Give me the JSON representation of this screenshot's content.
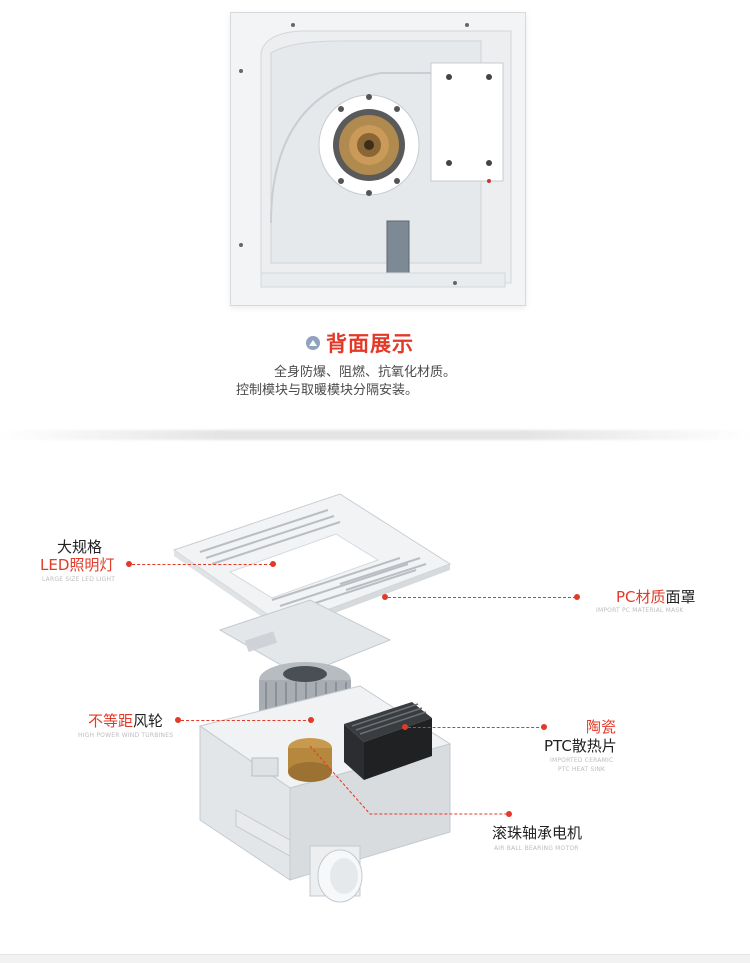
{
  "back_section": {
    "title": "背面展示",
    "desc_line1": "全身防爆、阻燃、抗氧化材质。",
    "desc_line2": "控制模块与取暖模块分隔安装。"
  },
  "labels": {
    "led_light": {
      "line1": "大规格",
      "line2_red": "LED照明灯",
      "sub": "LARGE SIZE LED LIGHT"
    },
    "pc_mask": {
      "red": "PC材质",
      "black": "面罩",
      "sub": "IMPORT PC MATERIAL MASK"
    },
    "fan": {
      "red": "不等距",
      "black": "风轮",
      "sub": "HIGH POWER WIND TURBINES"
    },
    "ptc": {
      "line1_red": "陶瓷",
      "line2": "PTC散热片",
      "sub1": "IMPORTED CERAMIC",
      "sub2": "PTC HEAT SINK"
    },
    "motor": {
      "text": "滚珠轴承电机",
      "sub": "AIR BALL BEARING MOTOR"
    }
  },
  "colors": {
    "accent": "#e23a29",
    "panel": "#f4f5f6",
    "text": "#222222"
  }
}
